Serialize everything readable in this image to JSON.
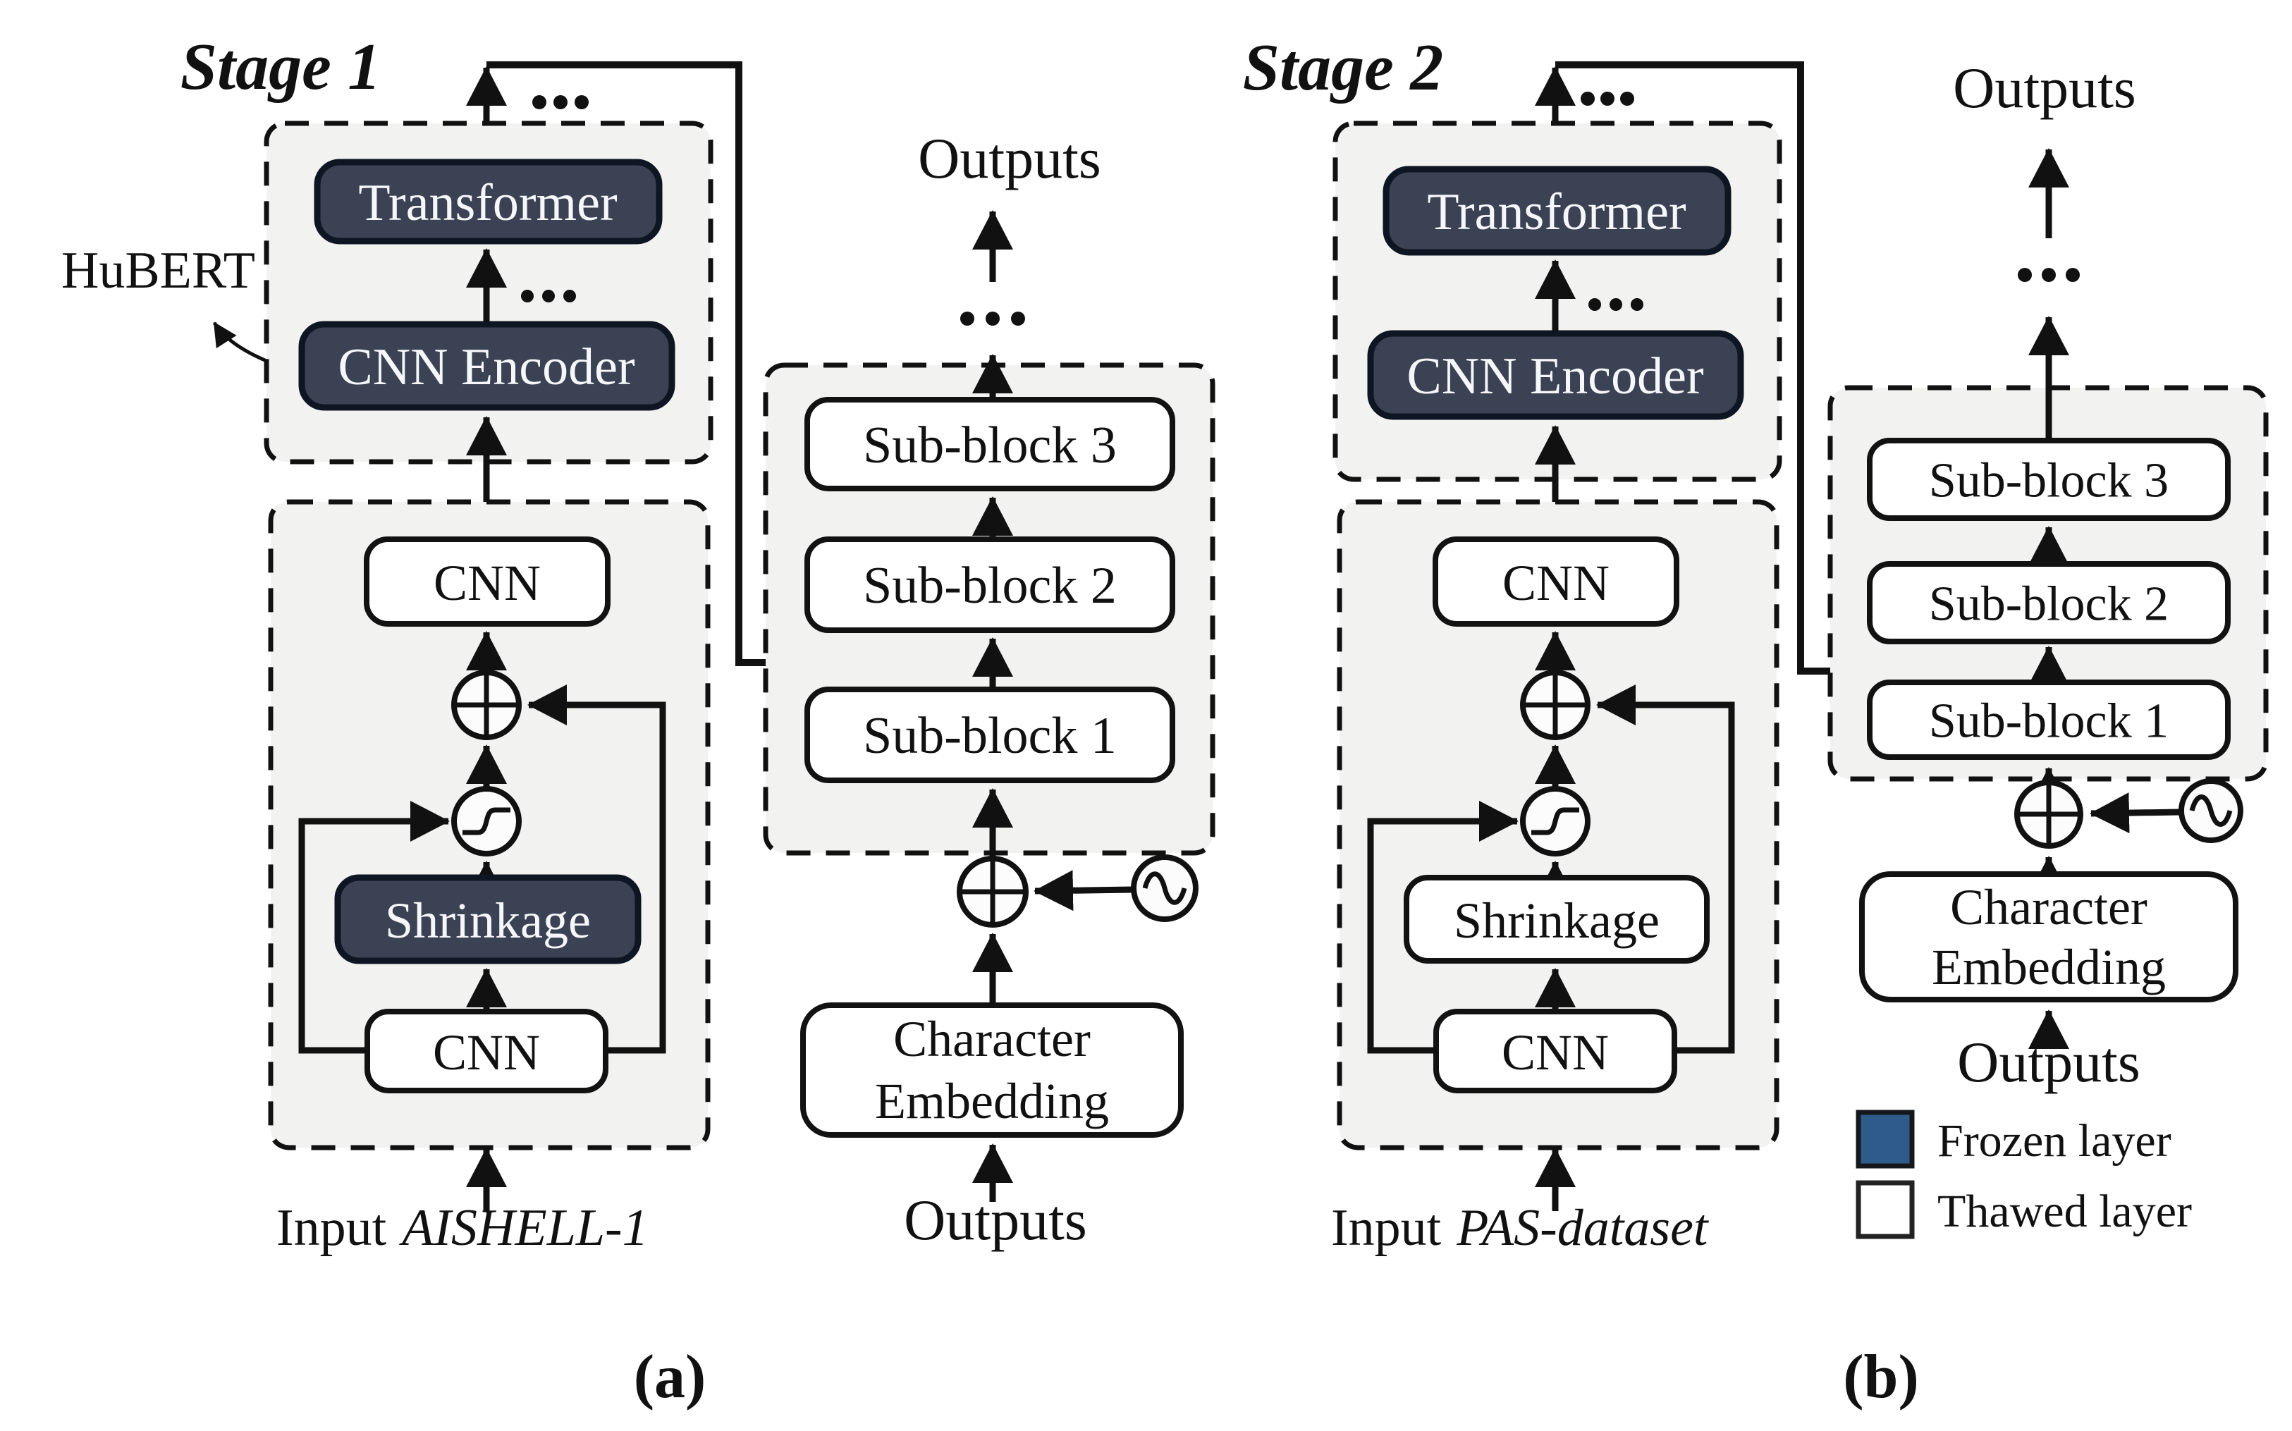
{
  "figure": {
    "caption_a": "(a)",
    "caption_b": "(b)"
  },
  "stage1": {
    "title": "Stage 1",
    "hubert_label": "HuBERT",
    "transformer": "Transformer",
    "cnn_encoder": "CNN Encoder",
    "cnn_top": "CNN",
    "shrinkage": "Shrinkage",
    "cnn_bottom": "CNN",
    "input_prefix": "Input",
    "input_dataset": "AISHELL-1"
  },
  "stage2": {
    "title": "Stage 2",
    "transformer": "Transformer",
    "cnn_encoder": "CNN Encoder",
    "cnn_top": "CNN",
    "shrinkage": "Shrinkage",
    "cnn_bottom": "CNN",
    "input_prefix": "Input",
    "input_dataset": "PAS-dataset"
  },
  "decoder_a": {
    "outputs_top": "Outputs",
    "sub_block_3": "Sub-block 3",
    "sub_block_2": "Sub-block 2",
    "sub_block_1": "Sub-block 1",
    "char_embedding_line1": "Character",
    "char_embedding_line2": "Embedding",
    "outputs_bottom": "Outputs"
  },
  "decoder_b": {
    "outputs_top": "Outputs",
    "sub_block_3": "Sub-block 3",
    "sub_block_2": "Sub-block 2",
    "sub_block_1": "Sub-block 1",
    "char_embedding_line1": "Character",
    "char_embedding_line2": "Embedding",
    "outputs_bottom": "Outputs"
  },
  "legend": {
    "frozen_label": "Frozen layer",
    "thawed_label": "Thawed layer",
    "frozen_color": "#2E5B8A",
    "thawed_color": "#FFFFFF"
  },
  "colors": {
    "frozen_box_fill": "#3A4254",
    "panel_fill": "#F2F2F1",
    "line": "#111111"
  },
  "icons": {
    "ellipsis": "...",
    "add_node": "circled plus",
    "sigmoid_node": "sigmoid gate",
    "positional_encoding_node": "sine wave"
  }
}
